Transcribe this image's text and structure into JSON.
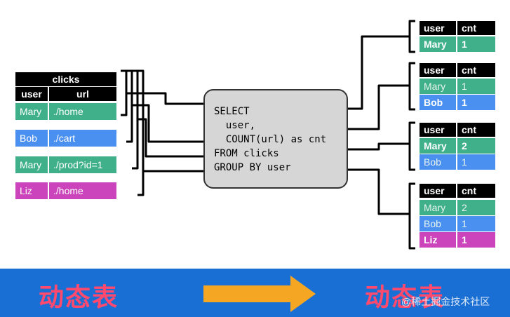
{
  "input_table": {
    "title": "clicks",
    "headers": [
      "user",
      "url"
    ],
    "rows": [
      {
        "user": "Mary",
        "url": "./home",
        "color": "green"
      },
      {
        "user": "Bob",
        "url": "./cart",
        "color": "blue"
      },
      {
        "user": "Mary",
        "url": "./prod?id=1",
        "color": "green"
      },
      {
        "user": "Liz",
        "url": "./home",
        "color": "magenta"
      }
    ]
  },
  "query": {
    "lines": [
      "SELECT",
      "  user,",
      "  COUNT(url) as cnt",
      "FROM clicks",
      "GROUP BY user"
    ]
  },
  "result_tables": [
    {
      "headers": [
        "user",
        "cnt"
      ],
      "rows": [
        {
          "user": "Mary",
          "cnt": "1",
          "color": "green",
          "bold": true
        }
      ]
    },
    {
      "headers": [
        "user",
        "cnt"
      ],
      "rows": [
        {
          "user": "Mary",
          "cnt": "1",
          "color": "green",
          "bold": false
        },
        {
          "user": "Bob",
          "cnt": "1",
          "color": "blue",
          "bold": true
        }
      ]
    },
    {
      "headers": [
        "user",
        "cnt"
      ],
      "rows": [
        {
          "user": "Mary",
          "cnt": "2",
          "color": "green",
          "bold": true
        },
        {
          "user": "Bob",
          "cnt": "1",
          "color": "blue",
          "bold": false
        }
      ]
    },
    {
      "headers": [
        "user",
        "cnt"
      ],
      "rows": [
        {
          "user": "Mary",
          "cnt": "2",
          "color": "green",
          "bold": false
        },
        {
          "user": "Bob",
          "cnt": "1",
          "color": "blue",
          "bold": false
        },
        {
          "user": "Liz",
          "cnt": "1",
          "color": "magenta",
          "bold": true
        }
      ]
    }
  ],
  "banner": {
    "left_label": "动态表",
    "right_label": "动态表",
    "watermark": "@稀土掘金技术社区"
  },
  "colors": {
    "green": "#3fb08a",
    "blue": "#4a90f0",
    "magenta": "#cc44bb",
    "header": "#000000",
    "banner": "#1a6fd4",
    "banner_text": "#ff4a6e",
    "arrow": "#f5a623"
  }
}
